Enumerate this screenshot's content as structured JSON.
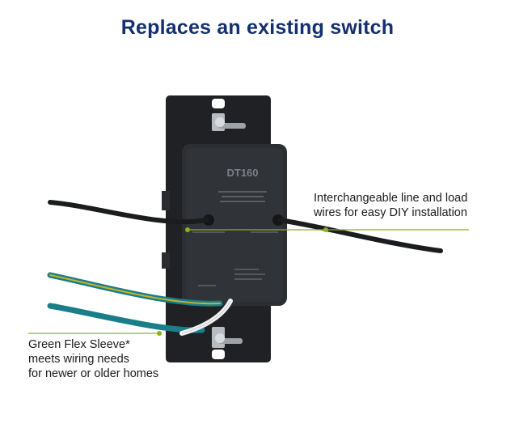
{
  "title": "Replaces an existing switch",
  "device": {
    "model": "DT160",
    "color_body": "#2c2e31",
    "color_plate": "#1f2124"
  },
  "callouts": {
    "wires": {
      "line1": "Interchangeable line and load",
      "line2": "wires for easy DIY installation"
    },
    "sleeve": {
      "line1": "Green Flex Sleeve*",
      "line2": "meets wiring needs",
      "line3": "for newer or older homes"
    }
  },
  "colors": {
    "title": "#14306e",
    "leader_line": "#8ab21e",
    "ground_wire": "#1a7d8a",
    "ground_stripe": "#c9b327"
  }
}
